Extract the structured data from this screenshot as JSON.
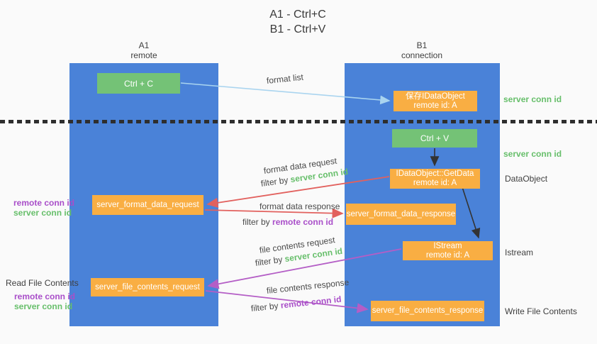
{
  "title": {
    "line1": "A1 - Ctrl+C",
    "line2": "B1 - Ctrl+V"
  },
  "columns": {
    "left": {
      "id": "A1",
      "role": "remote"
    },
    "right": {
      "id": "B1",
      "role": "connection"
    }
  },
  "boxes": {
    "ctrl_c": {
      "label": "Ctrl + C"
    },
    "save_idataobject": {
      "line1": "保存IDataObject",
      "line2": "remote id: A"
    },
    "ctrl_v": {
      "label": "Ctrl + V"
    },
    "getdata": {
      "line1": "IDataObject::GetData",
      "line2": "remote id: A"
    },
    "istream": {
      "line1": "IStream",
      "line2": "remote id: A"
    },
    "server_format_data_request": {
      "label": "server_format_data_request"
    },
    "server_format_data_response": {
      "label": "server_format_data_response"
    },
    "server_file_contents_request": {
      "label": "server_file_contents_request"
    },
    "server_file_contents_response": {
      "label": "server_file_contents_response"
    }
  },
  "arrow_labels": {
    "format_list": "format list",
    "format_data_request": "format data request",
    "format_data_response": "format data response",
    "file_contents_request": "file contents request",
    "file_contents_response": "file contents response",
    "filter_by": "filter by",
    "server_conn_id": "server conn id",
    "remote_conn_id": "remote conn id"
  },
  "side_labels": {
    "server_conn_id_top": "server conn id",
    "server_conn_id_mid": "server conn id",
    "dataobject": "DataObject",
    "istream": "Istream",
    "write_file_contents": "Write File Contents",
    "read_file_contents": "Read File Contents",
    "remote_conn_id_left_mid": "remote conn id",
    "server_conn_id_left_mid": "server conn id",
    "remote_conn_id_left_bottom": "remote conn id",
    "server_conn_id_left_bottom": "server conn id"
  },
  "colors": {
    "column_blue": "#4a82d8",
    "box_green": "#74c276",
    "box_orange": "#f9ae43",
    "arrow_lightblue": "#a9d4ef",
    "arrow_red": "#e2615e",
    "arrow_purple": "#b45ec6",
    "arrow_black": "#333333",
    "text_green": "#67bf6b",
    "text_purple": "#a94ec9",
    "divider_black": "#2e2e2e"
  }
}
